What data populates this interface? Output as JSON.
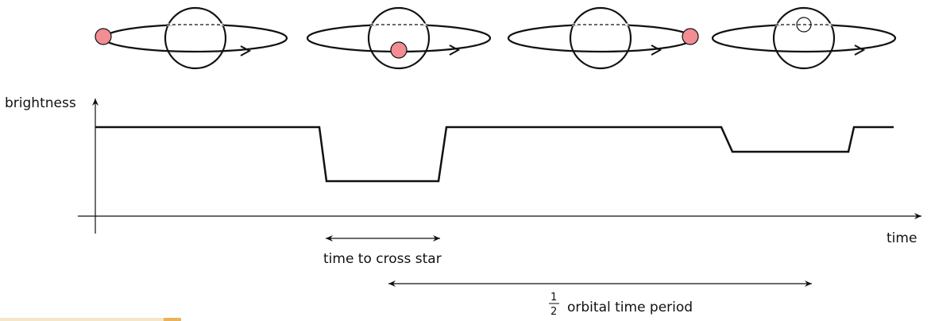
{
  "labels": {
    "y_axis": "brightness",
    "x_axis": "time",
    "transit_duration": "time to cross star",
    "half_period_fraction_num": "1",
    "half_period_fraction_den": "2",
    "half_period": "orbital time period"
  },
  "colors": {
    "planet": "#f28d94",
    "line": "#111111",
    "accent_bar": "#e9b35a"
  },
  "orbit_stages": [
    {
      "planet_position": "left of star (behind-left)"
    },
    {
      "planet_position": "in front of star (transit)"
    },
    {
      "planet_position": "right of star"
    },
    {
      "planet_position": "behind star (eclipse)"
    }
  ],
  "light_curve": {
    "levels": {
      "full": "high",
      "transit": "low",
      "eclipse": "medium"
    }
  }
}
